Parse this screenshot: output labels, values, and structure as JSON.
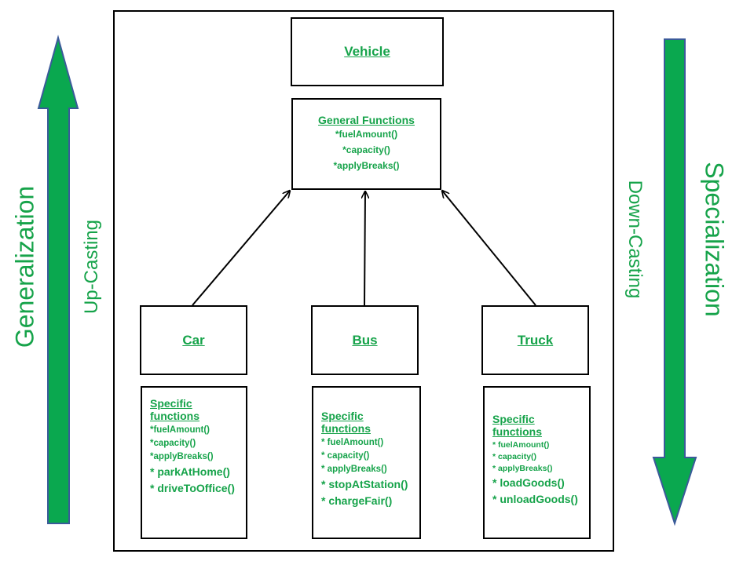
{
  "left": {
    "outer_label": "Generalization",
    "inner_label": "Up-Casting"
  },
  "right": {
    "inner_label": "Down-Casting",
    "outer_label": "Specialization"
  },
  "colors": {
    "accent_green": "#16a34a",
    "arrow_fill": "#0aa84f",
    "arrow_stroke": "#3b5a9a"
  },
  "vehicle": {
    "title": "Vehicle"
  },
  "general": {
    "title": "General Functions",
    "functions": [
      "*fuelAmount()",
      "*capacity()",
      "*applyBreaks()"
    ]
  },
  "children": [
    {
      "title": "Car",
      "specific_title": "Specific functions",
      "functions": [
        "*fuelAmount()",
        "*capacity()",
        "*applyBreaks()"
      ],
      "extra": [
        "* parkAtHome()",
        "* driveToOffice()"
      ]
    },
    {
      "title": "Bus",
      "specific_title": "Specific functions",
      "functions": [
        "* fuelAmount()",
        "* capacity()",
        "* applyBreaks()"
      ],
      "extra": [
        "* stopAtStation()",
        "* chargeFair()"
      ]
    },
    {
      "title": "Truck",
      "specific_title": "Specific functions",
      "functions": [
        "* fuelAmount()",
        "* capacity()",
        "* applyBreaks()"
      ],
      "extra": [
        "* loadGoods()",
        "* unloadGoods()"
      ]
    }
  ]
}
